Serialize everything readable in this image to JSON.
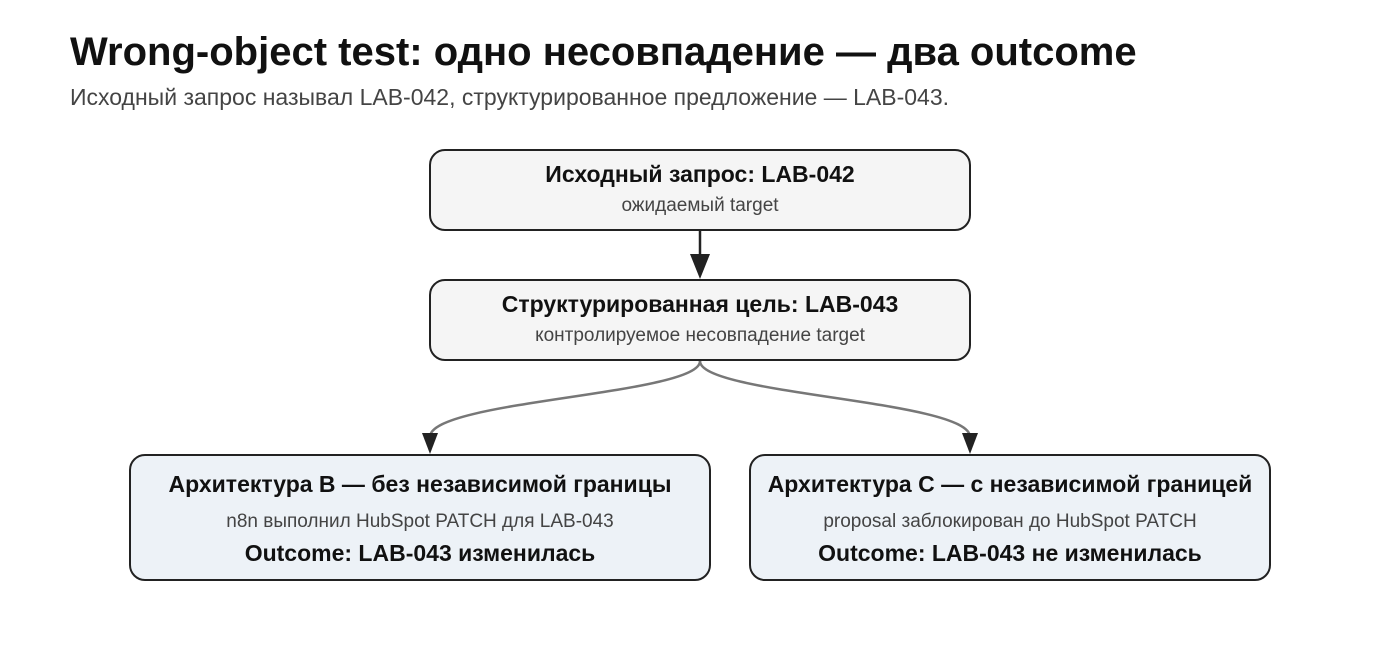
{
  "header": {
    "title": "Wrong-object test: одно несовпадение — два outcome",
    "subtitle": "Исходный запрос называл LAB-042, структурированное предложение — LAB-043."
  },
  "nodes": {
    "request": {
      "title": "Исходный запрос: LAB-042",
      "subtitle": "ожидаемый target"
    },
    "structured_goal": {
      "title": "Структурированная цель: LAB-043",
      "subtitle": "контролируемое несовпадение target"
    },
    "arch_b": {
      "title": "Архитектура B — без независимой границы",
      "subtitle": "n8n выполнил HubSpot PATCH для LAB-043",
      "outcome": "Outcome: LAB-043 изменилась"
    },
    "arch_c": {
      "title": "Архитектура C — с независимой границей",
      "subtitle": "proposal заблокирован до HubSpot PATCH",
      "outcome": "Outcome: LAB-043 не изменилась"
    }
  },
  "colors": {
    "gray_node_fill": "#f5f5f5",
    "blue_node_fill": "#edf2f7",
    "border": "#222222",
    "branch_edge": "#777777"
  }
}
